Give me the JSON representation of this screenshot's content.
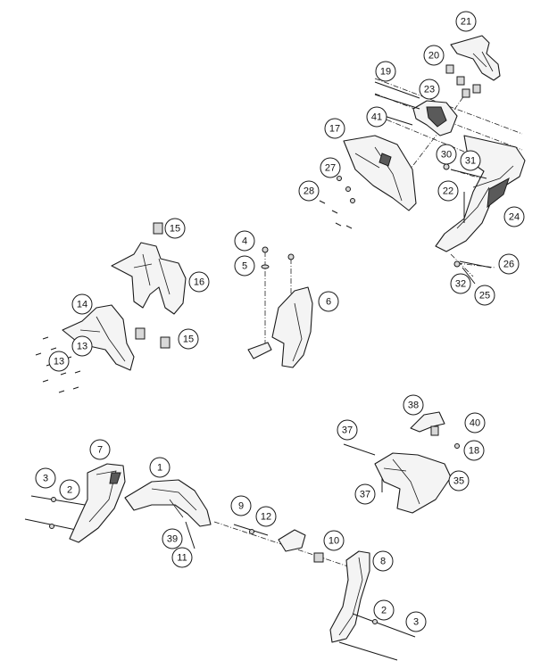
{
  "diagram": {
    "callouts": [
      {
        "id": "c21",
        "label": "21"
      },
      {
        "id": "c20",
        "label": "20"
      },
      {
        "id": "c19",
        "label": "19"
      },
      {
        "id": "c23",
        "label": "23"
      },
      {
        "id": "c41",
        "label": "41"
      },
      {
        "id": "c17",
        "label": "17"
      },
      {
        "id": "c30",
        "label": "30"
      },
      {
        "id": "c31",
        "label": "31"
      },
      {
        "id": "c27",
        "label": "27"
      },
      {
        "id": "c28",
        "label": "28"
      },
      {
        "id": "c22",
        "label": "22"
      },
      {
        "id": "c24",
        "label": "24"
      },
      {
        "id": "c26",
        "label": "26"
      },
      {
        "id": "c32",
        "label": "32"
      },
      {
        "id": "c25",
        "label": "25"
      },
      {
        "id": "c15a",
        "label": "15"
      },
      {
        "id": "c16",
        "label": "16"
      },
      {
        "id": "c14",
        "label": "14"
      },
      {
        "id": "c13a",
        "label": "13"
      },
      {
        "id": "c13b",
        "label": "13"
      },
      {
        "id": "c15b",
        "label": "15"
      },
      {
        "id": "c4",
        "label": "4"
      },
      {
        "id": "c5",
        "label": "5"
      },
      {
        "id": "c6",
        "label": "6"
      },
      {
        "id": "c38",
        "label": "38"
      },
      {
        "id": "c40",
        "label": "40"
      },
      {
        "id": "c37a",
        "label": "37"
      },
      {
        "id": "c18",
        "label": "18"
      },
      {
        "id": "c35",
        "label": "35"
      },
      {
        "id": "c37b",
        "label": "37"
      },
      {
        "id": "c7",
        "label": "7"
      },
      {
        "id": "c1",
        "label": "1"
      },
      {
        "id": "c3a",
        "label": "3"
      },
      {
        "id": "c2a",
        "label": "2"
      },
      {
        "id": "c9",
        "label": "9"
      },
      {
        "id": "c12",
        "label": "12"
      },
      {
        "id": "c39",
        "label": "39"
      },
      {
        "id": "c11",
        "label": "11"
      },
      {
        "id": "c10",
        "label": "10"
      },
      {
        "id": "c8",
        "label": "8"
      },
      {
        "id": "c2b",
        "label": "2"
      },
      {
        "id": "c3b",
        "label": "3"
      }
    ]
  }
}
